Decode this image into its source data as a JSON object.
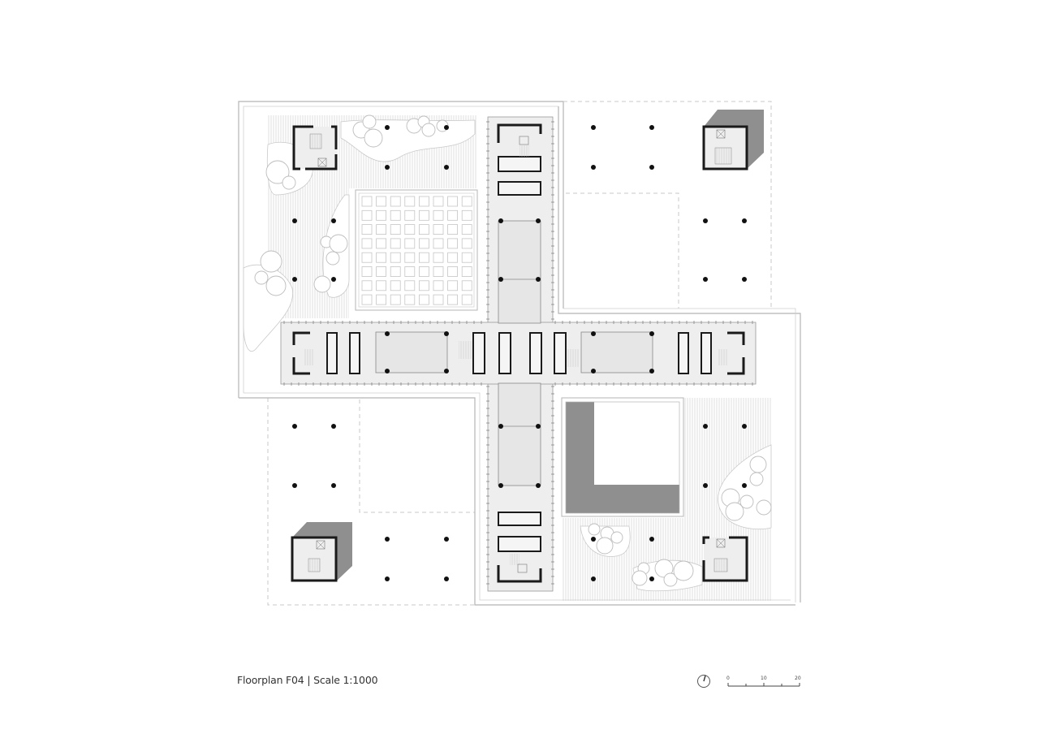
{
  "caption": {
    "title": "Floorplan F04",
    "separator": "|",
    "scale": "Scale 1:1000",
    "full": "Floorplan F04 | Scale 1:1000"
  },
  "scalebar": {
    "ticks": [
      "0",
      "10",
      "20"
    ],
    "unit_note": ""
  },
  "north_arrow": {
    "icon": "north-arrow-icon"
  },
  "colors": {
    "background": "#ffffff",
    "wall": "#1a1a1a",
    "floor_fill": "#eeeeee",
    "outline": "#b5b5b5",
    "dashed": "#c8c8c8",
    "massing": "#8f8f8f",
    "column": "#111111"
  },
  "plan": {
    "zones": [
      {
        "name": "north-west-garden",
        "type": "landscaped-terrace"
      },
      {
        "name": "north-east-plot",
        "type": "dashed-future-plot"
      },
      {
        "name": "south-west-plot",
        "type": "dashed-future-plot"
      },
      {
        "name": "south-east-garden",
        "type": "landscaped-terrace"
      },
      {
        "name": "skylight-grid",
        "type": "atrium-skylight",
        "grid": "8x8"
      },
      {
        "name": "courtyard-void",
        "type": "l-shaped-void"
      },
      {
        "name": "central-cross",
        "type": "circulation-wing"
      }
    ],
    "cores": [
      {
        "name": "core-nw",
        "type": "stair-lift-core"
      },
      {
        "name": "core-ne",
        "type": "massing-core"
      },
      {
        "name": "core-sw",
        "type": "massing-core"
      },
      {
        "name": "core-se",
        "type": "stair-lift-core"
      }
    ]
  }
}
